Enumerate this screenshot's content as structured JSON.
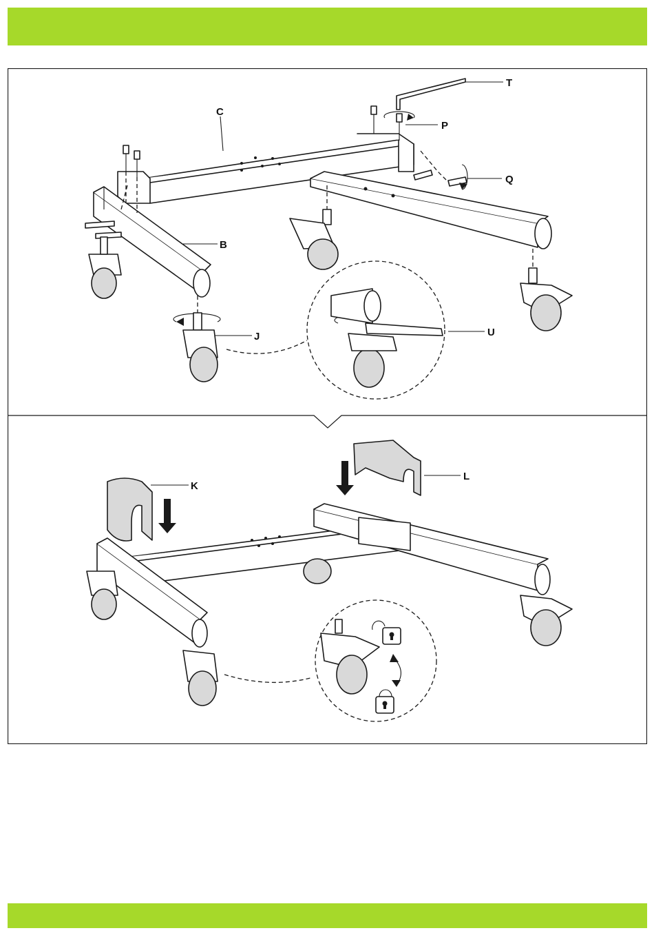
{
  "header_band": {
    "color": "#a6d92a"
  },
  "footer_band": {
    "color": "#a6d92a"
  },
  "step1": {
    "labels": {
      "T": "T",
      "C": "C",
      "P": "P",
      "Q": "Q",
      "B": "B",
      "J": "J",
      "U": "U"
    }
  },
  "step2": {
    "labels": {
      "K": "K",
      "L": "L"
    },
    "icons": [
      "unlock-icon",
      "lock-icon",
      "down-arrow-icon",
      "rotate-arrow-icon"
    ]
  }
}
